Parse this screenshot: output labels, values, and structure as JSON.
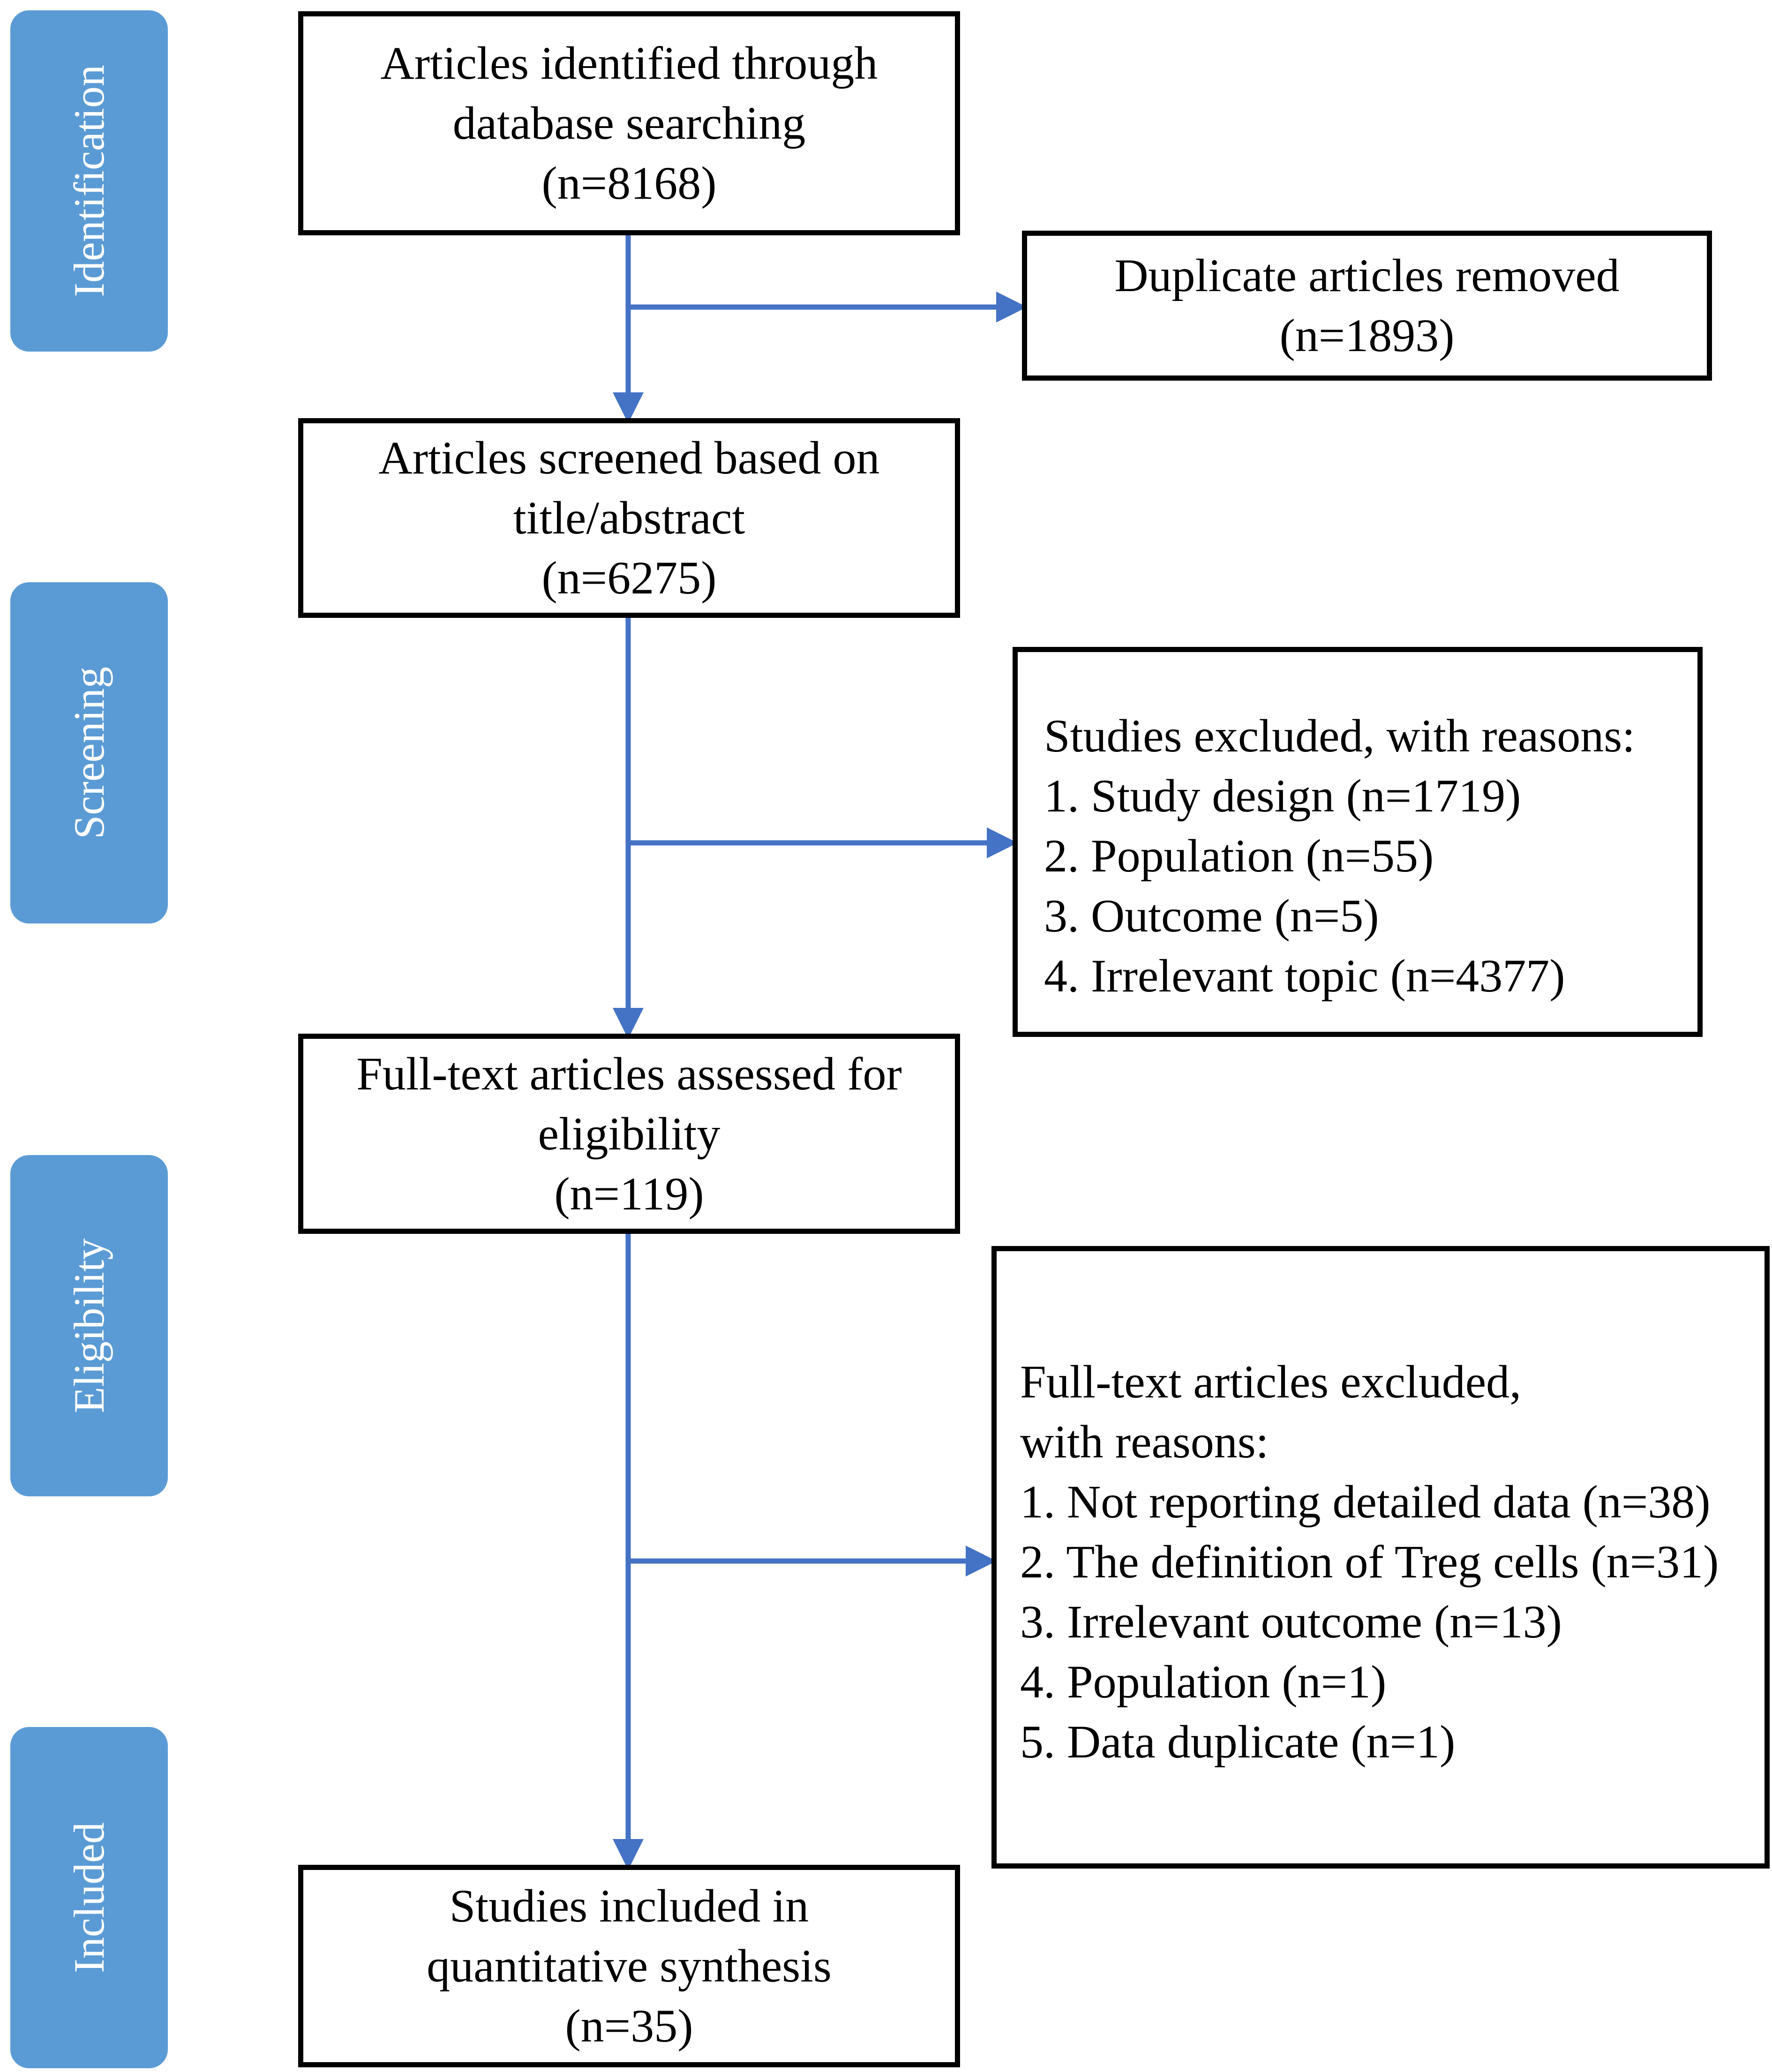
{
  "phases": [
    {
      "label": "Identification"
    },
    {
      "label": "Screening"
    },
    {
      "label": "Eligibility"
    },
    {
      "label": "Included"
    }
  ],
  "boxes": {
    "identified": [
      "Articles identified through",
      "database searching",
      "(n=8168)"
    ],
    "duplicates": [
      "Duplicate articles removed",
      "(n=1893)"
    ],
    "screened": [
      "Articles screened based on",
      "title/abstract",
      "(n=6275)"
    ],
    "excluded_screening": [
      "Studies excluded, with reasons:",
      "1. Study design (n=1719)",
      "2. Population (n=55)",
      "3. Outcome (n=5)",
      "4. Irrelevant topic (n=4377)"
    ],
    "fulltext": [
      "Full-text articles assessed for",
      "eligibility",
      "(n=119)"
    ],
    "excluded_fulltext": [
      "Full-text articles excluded,",
      "with reasons:",
      "1. Not reporting detailed data (n=38)",
      "2. The definition of Treg cells (n=31)",
      "3. Irrelevant outcome (n=13)",
      "4. Population (n=1)",
      "5. Data duplicate (n=1)"
    ],
    "included": [
      "Studies included in",
      "quantitative synthesis",
      "(n=35)"
    ]
  },
  "colors": {
    "arrow": "#4472c4",
    "phase_fill": "#5b9bd5",
    "box_border": "#000000"
  }
}
